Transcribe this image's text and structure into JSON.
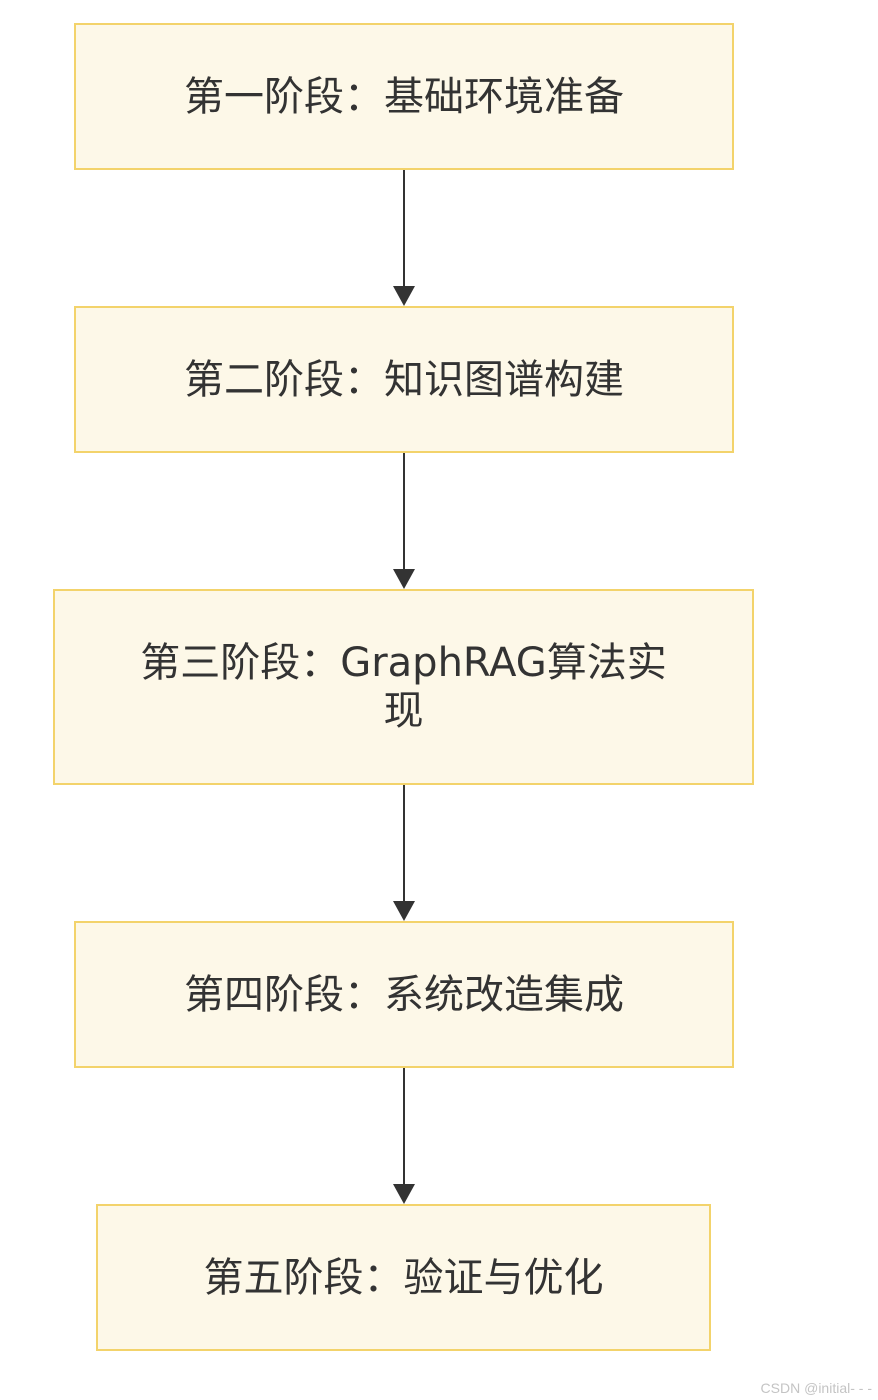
{
  "diagram": {
    "nodes": [
      {
        "id": "n1",
        "label": "第一阶段：基础环境准备"
      },
      {
        "id": "n2",
        "label": "第二阶段：知识图谱构建"
      },
      {
        "id": "n3",
        "label": "第三阶段：GraphRAG算法实现"
      },
      {
        "id": "n4",
        "label": "第四阶段：系统改造集成"
      },
      {
        "id": "n5",
        "label": "第五阶段：验证与优化"
      }
    ],
    "edges": [
      {
        "from": "n1",
        "to": "n2"
      },
      {
        "from": "n2",
        "to": "n3"
      },
      {
        "from": "n3",
        "to": "n4"
      },
      {
        "from": "n4",
        "to": "n5"
      }
    ],
    "colors": {
      "node_fill": "#fdf8e8",
      "node_border": "#f3d36b",
      "edge": "#333333",
      "text": "#333333"
    }
  },
  "watermark": "CSDN @initial- - -"
}
